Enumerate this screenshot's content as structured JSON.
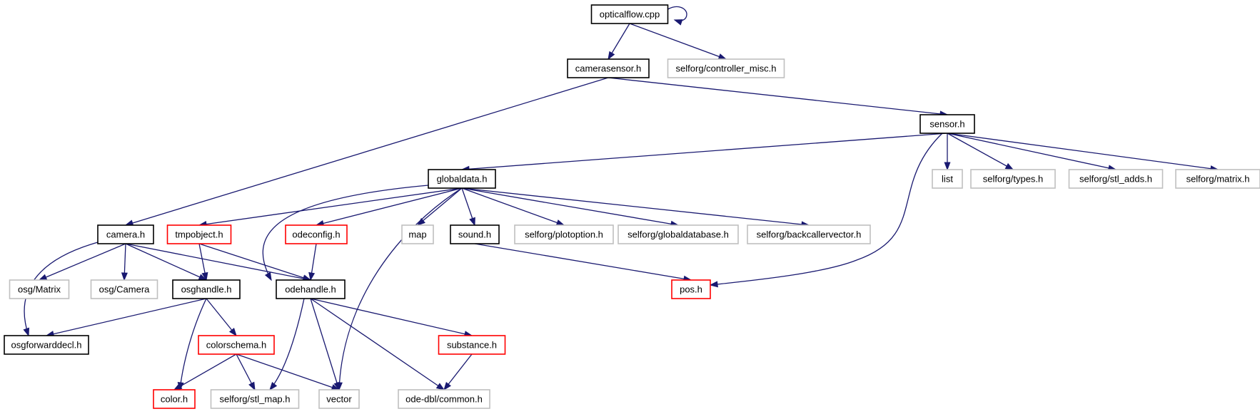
{
  "colors": {
    "edge": "#191970",
    "root_fill": "#bfbfbf",
    "documented": "#000000",
    "truncated": "#ff0000",
    "external": "#bfbfbf"
  },
  "nodes": [
    {
      "id": "opticalflow",
      "label": "opticalflow.cpp",
      "kind": "root"
    },
    {
      "id": "camerasensor",
      "label": "camerasensor.h",
      "kind": "documented"
    },
    {
      "id": "controller_misc",
      "label": "selforg/controller_misc.h",
      "kind": "external"
    },
    {
      "id": "sensor",
      "label": "sensor.h",
      "kind": "documented"
    },
    {
      "id": "globaldata",
      "label": "globaldata.h",
      "kind": "documented"
    },
    {
      "id": "list",
      "label": "list",
      "kind": "external"
    },
    {
      "id": "types",
      "label": "selforg/types.h",
      "kind": "external"
    },
    {
      "id": "stl_adds",
      "label": "selforg/stl_adds.h",
      "kind": "external"
    },
    {
      "id": "matrix",
      "label": "selforg/matrix.h",
      "kind": "external"
    },
    {
      "id": "camera",
      "label": "camera.h",
      "kind": "documented"
    },
    {
      "id": "tmpobject",
      "label": "tmpobject.h",
      "kind": "truncated"
    },
    {
      "id": "odeconfig",
      "label": "odeconfig.h",
      "kind": "truncated"
    },
    {
      "id": "map",
      "label": "map",
      "kind": "external"
    },
    {
      "id": "sound",
      "label": "sound.h",
      "kind": "documented"
    },
    {
      "id": "plotoption",
      "label": "selforg/plotoption.h",
      "kind": "external"
    },
    {
      "id": "globaldatabase",
      "label": "selforg/globaldatabase.h",
      "kind": "external"
    },
    {
      "id": "backcallervector",
      "label": "selforg/backcallervector.h",
      "kind": "external"
    },
    {
      "id": "osgmatrix",
      "label": "osg/Matrix",
      "kind": "external"
    },
    {
      "id": "osgcamera",
      "label": "osg/Camera",
      "kind": "external"
    },
    {
      "id": "osghandle",
      "label": "osghandle.h",
      "kind": "documented"
    },
    {
      "id": "odehandle",
      "label": "odehandle.h",
      "kind": "documented"
    },
    {
      "id": "pos",
      "label": "pos.h",
      "kind": "truncated"
    },
    {
      "id": "osgforwarddecl",
      "label": "osgforwarddecl.h",
      "kind": "documented"
    },
    {
      "id": "colorschema",
      "label": "colorschema.h",
      "kind": "truncated"
    },
    {
      "id": "substance",
      "label": "substance.h",
      "kind": "truncated"
    },
    {
      "id": "color",
      "label": "color.h",
      "kind": "truncated"
    },
    {
      "id": "stl_map",
      "label": "selforg/stl_map.h",
      "kind": "external"
    },
    {
      "id": "vector",
      "label": "vector",
      "kind": "external"
    },
    {
      "id": "common",
      "label": "ode-dbl/common.h",
      "kind": "external"
    }
  ],
  "edges": [
    {
      "from": "opticalflow",
      "to": "opticalflow"
    },
    {
      "from": "opticalflow",
      "to": "camerasensor"
    },
    {
      "from": "opticalflow",
      "to": "controller_misc"
    },
    {
      "from": "camerasensor",
      "to": "sensor"
    },
    {
      "from": "camerasensor",
      "to": "camera"
    },
    {
      "from": "sensor",
      "to": "globaldata"
    },
    {
      "from": "sensor",
      "to": "list"
    },
    {
      "from": "sensor",
      "to": "types"
    },
    {
      "from": "sensor",
      "to": "stl_adds"
    },
    {
      "from": "sensor",
      "to": "matrix"
    },
    {
      "from": "sensor",
      "to": "pos"
    },
    {
      "from": "globaldata",
      "to": "tmpobject"
    },
    {
      "from": "globaldata",
      "to": "odeconfig"
    },
    {
      "from": "globaldata",
      "to": "odehandle"
    },
    {
      "from": "globaldata",
      "to": "map"
    },
    {
      "from": "globaldata",
      "to": "sound"
    },
    {
      "from": "globaldata",
      "to": "plotoption"
    },
    {
      "from": "globaldata",
      "to": "globaldatabase"
    },
    {
      "from": "globaldata",
      "to": "backcallervector"
    },
    {
      "from": "globaldata",
      "to": "vector"
    },
    {
      "from": "camera",
      "to": "osgmatrix"
    },
    {
      "from": "camera",
      "to": "osgcamera"
    },
    {
      "from": "camera",
      "to": "osghandle"
    },
    {
      "from": "camera",
      "to": "odehandle"
    },
    {
      "from": "camera",
      "to": "osgforwarddecl"
    },
    {
      "from": "tmpobject",
      "to": "osghandle"
    },
    {
      "from": "tmpobject",
      "to": "odehandle"
    },
    {
      "from": "odeconfig",
      "to": "odehandle"
    },
    {
      "from": "sound",
      "to": "pos"
    },
    {
      "from": "osghandle",
      "to": "osgforwarddecl"
    },
    {
      "from": "osghandle",
      "to": "colorschema"
    },
    {
      "from": "osghandle",
      "to": "color"
    },
    {
      "from": "odehandle",
      "to": "substance"
    },
    {
      "from": "odehandle",
      "to": "stl_map"
    },
    {
      "from": "odehandle",
      "to": "vector"
    },
    {
      "from": "odehandle",
      "to": "common"
    },
    {
      "from": "colorschema",
      "to": "color"
    },
    {
      "from": "colorschema",
      "to": "stl_map"
    },
    {
      "from": "colorschema",
      "to": "vector"
    },
    {
      "from": "substance",
      "to": "common"
    }
  ]
}
